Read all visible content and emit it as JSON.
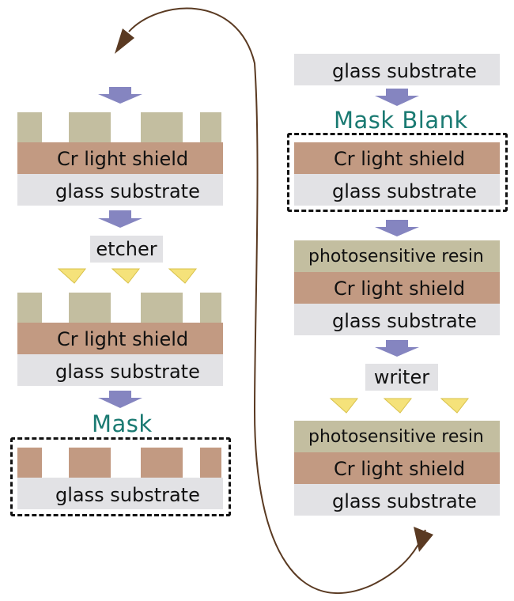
{
  "labels": {
    "glass_substrate": "glass substrate",
    "cr_light_shield": "Cr light shield",
    "photosensitive_resin": "photosensitive resin",
    "etcher": "etcher",
    "writer": "writer",
    "mask": "Mask",
    "mask_blank": "Mask Blank"
  },
  "colors": {
    "glass": "#e2e2e5",
    "chromium": "#c29a82",
    "resin": "#c3bea0",
    "arrow": "#8585c0",
    "beam": "#f5e27a",
    "heading": "#1a7a72",
    "cycle_arrow": "#5a3a22"
  }
}
